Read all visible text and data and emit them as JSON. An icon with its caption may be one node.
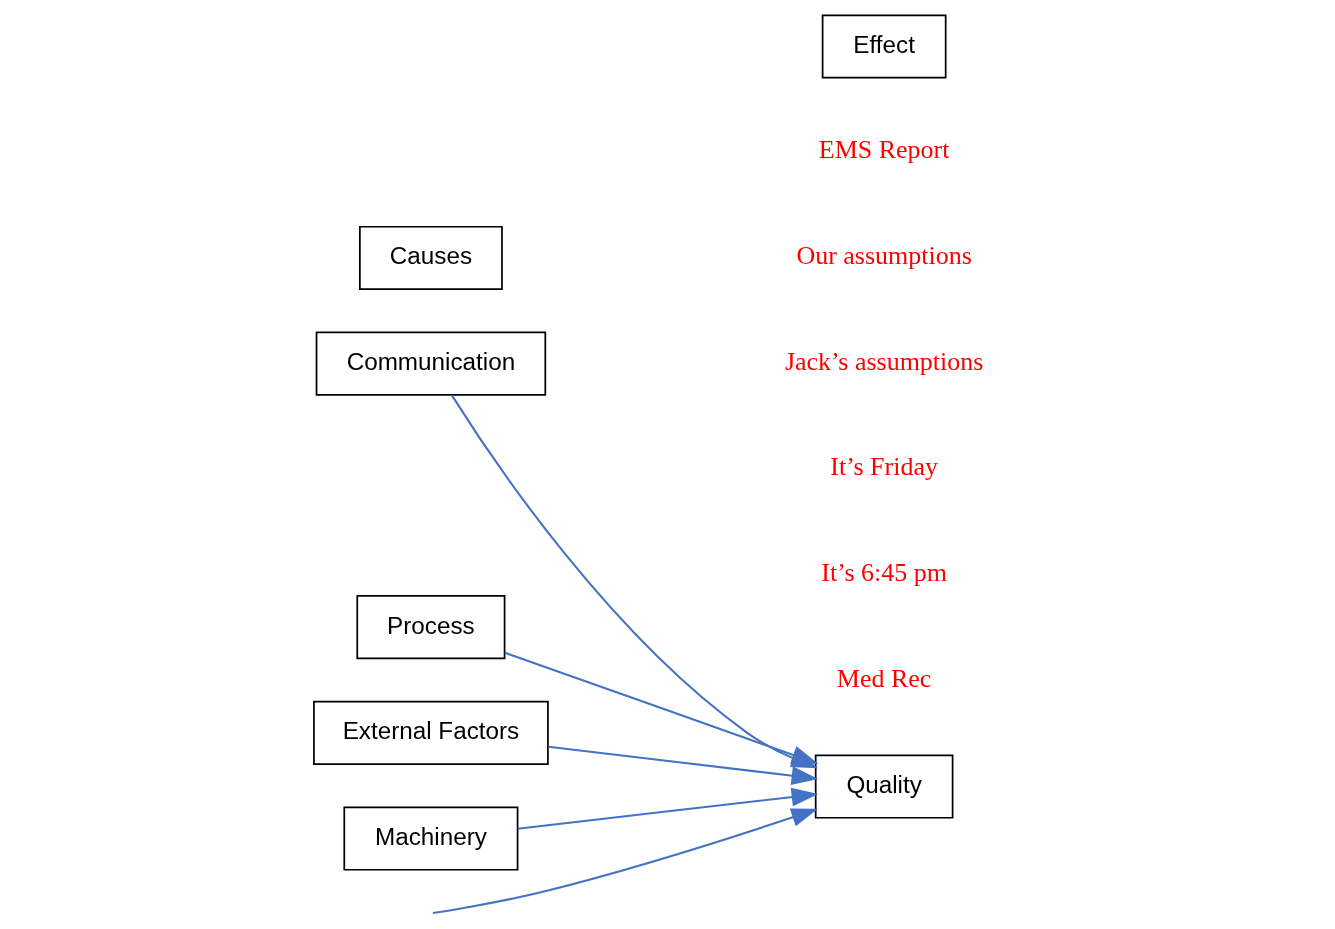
{
  "diagram": {
    "nodes": [
      {
        "text": [
          "Communication"
        ]
      },
      {
        "text": [
          "Process"
        ]
      },
      {
        "text": [
          "Causes"
        ]
      },
      {
        "text": [
          "Effect"
        ]
      },
      {
        "text": [
          "Quality"
        ]
      },
      {
        "text": [
          "External Factors"
        ]
      },
      {
        "text": [
          "Machinery"
        ]
      }
    ],
    "edges": [
      {
        "from": null,
        "to": 4,
        "arrow": "to"
      },
      {
        "from": 0,
        "to": 4,
        "arrow": "to"
      },
      {
        "from": 1,
        "to": 4,
        "arrow": "to"
      },
      {
        "from": 5,
        "to": 4,
        "arrow": "to"
      },
      {
        "from": 6,
        "to": 4,
        "arrow": "to"
      }
    ],
    "labels": [
      "EMS Report",
      "Our assumptions",
      "Jack’s assumptions",
      "It’s Friday",
      "It’s 6:45 pm",
      "Med Rec"
    ]
  }
}
